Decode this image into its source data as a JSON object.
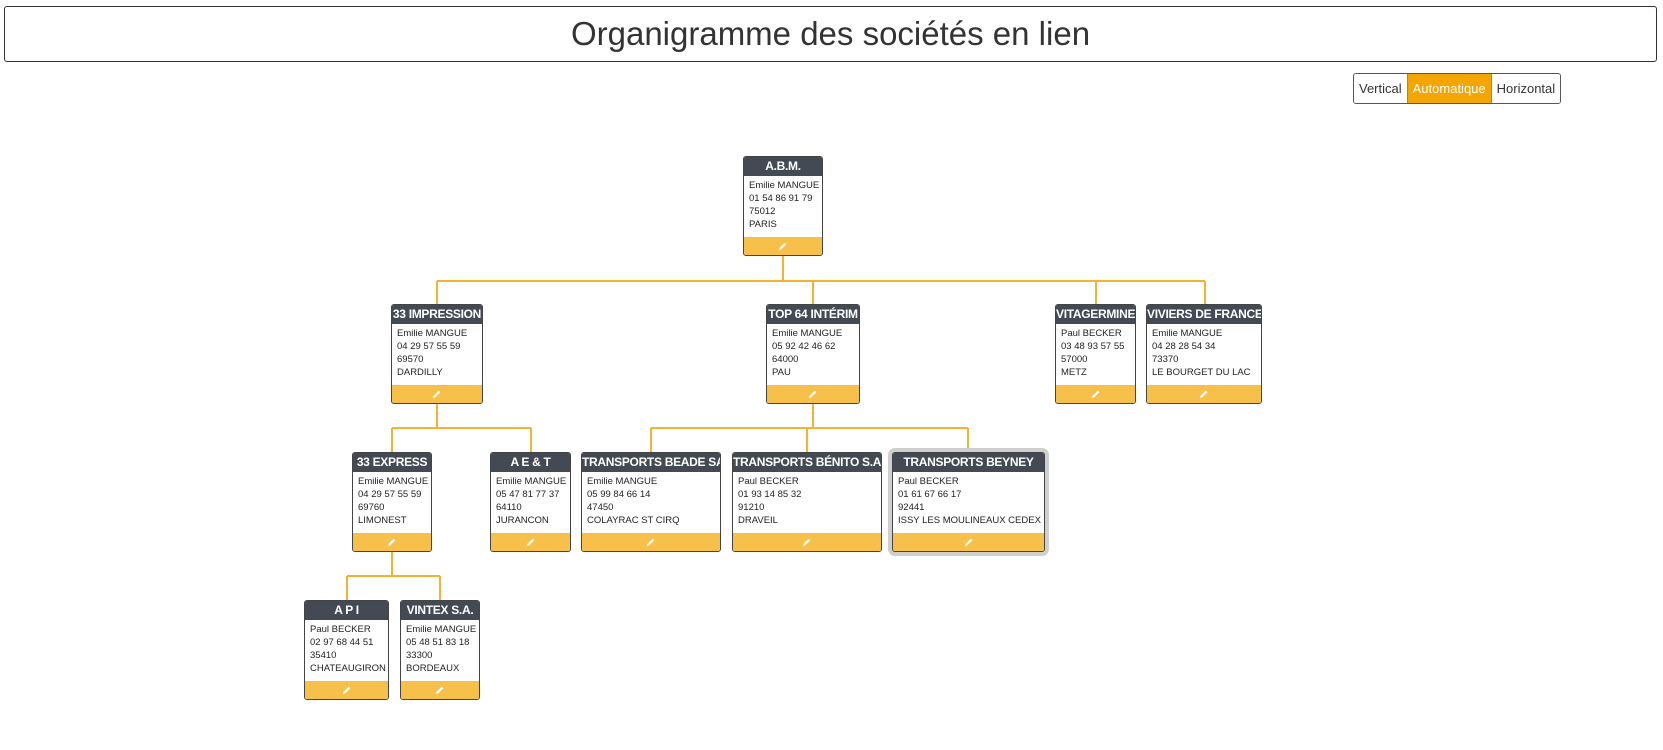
{
  "page": {
    "title": "Organigramme des sociétés en lien"
  },
  "layout_buttons": [
    {
      "label": "Vertical",
      "active": false
    },
    {
      "label": "Automatique",
      "active": true
    },
    {
      "label": "Horizontal",
      "active": false
    }
  ],
  "colors": {
    "accent": "#f5a500",
    "connector": "#f5b133",
    "header": "#434a54",
    "edit_bar": "#f7c04a"
  },
  "edit_icon": "pencil-icon",
  "nodes": [
    {
      "name": "A.B.M.",
      "contact": "Emilie MANGUE",
      "phone": "01 54 86 91 79",
      "postal_code": "75012",
      "city": "PARIS"
    },
    {
      "name": "33 IMPRESSION",
      "contact": "Emilie MANGUE",
      "phone": "04 29 57 55 59",
      "postal_code": "69570",
      "city": "DARDILLY"
    },
    {
      "name": "TOP 64 INTÉRIM",
      "contact": "Emilie MANGUE",
      "phone": "05 92 42 46 62",
      "postal_code": "64000",
      "city": "PAU"
    },
    {
      "name": "VITAGERMINE",
      "contact": "Paul BECKER",
      "phone": "03 48 93 57 55",
      "postal_code": "57000",
      "city": "METZ"
    },
    {
      "name": "VIVIERS DE FRANCE",
      "contact": "Emilie MANGUE",
      "phone": "04 28 28 54 34",
      "postal_code": "73370",
      "city": "LE BOURGET DU LAC"
    },
    {
      "name": "33 EXPRESS",
      "contact": "Emilie MANGUE",
      "phone": "04 29 57 55 59",
      "postal_code": "69760",
      "city": "LIMONEST"
    },
    {
      "name": "A E & T",
      "contact": "Emilie MANGUE",
      "phone": "05 47 81 77 37",
      "postal_code": "64110",
      "city": "JURANCON"
    },
    {
      "name": "TRANSPORTS BEADE SA",
      "contact": "Emilie MANGUE",
      "phone": "05 99 84 66 14",
      "postal_code": "47450",
      "city": "COLAYRAC ST CIRQ"
    },
    {
      "name": "TRANSPORTS BÉNITO S.A.",
      "contact": "Paul BECKER",
      "phone": "01 93 14 85 32",
      "postal_code": "91210",
      "city": "DRAVEIL"
    },
    {
      "name": "TRANSPORTS BEYNEY",
      "contact": "Paul BECKER",
      "phone": "01 61 67 66 17",
      "postal_code": "92441",
      "city": "ISSY LES MOULINEAUX CEDEX",
      "selected": true
    },
    {
      "name": "A P I",
      "contact": "Paul BECKER",
      "phone": "02 97 68 44 51",
      "postal_code": "35410",
      "city": "CHATEAUGIRON"
    },
    {
      "name": "VINTEX S.A.",
      "contact": "Emilie MANGUE",
      "phone": "05 48 51 83 18",
      "postal_code": "33300",
      "city": "BORDEAUX"
    }
  ]
}
